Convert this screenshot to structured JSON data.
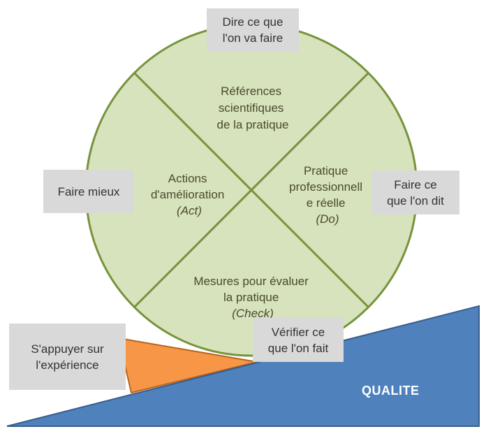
{
  "colors": {
    "circle_fill": "#d6e3bc",
    "circle_stroke": "#77933c",
    "wedge_fill": "#f79646",
    "wedge_stroke": "#b7651f",
    "ramp_fill": "#4f81bd",
    "ramp_stroke": "#385d8a",
    "box_fill": "#d9d9d9"
  },
  "quadrants": {
    "top": {
      "lines": [
        "Références",
        "scientifiques",
        "de la pratique"
      ]
    },
    "right": {
      "lines": [
        "Pratique",
        "professionnell",
        "e réelle"
      ],
      "italic": "(Do)"
    },
    "bottom": {
      "lines": [
        "Mesures pour évaluer",
        "la pratique"
      ],
      "italic": "(Check)"
    },
    "left": {
      "lines": [
        "Actions",
        "d'amélioration"
      ],
      "italic": "(Act)"
    }
  },
  "boxes": {
    "dire": "Dire ce que\nl'on va faire",
    "faire_mieux": "Faire mieux",
    "faire_ce": "Faire ce\nque l'on dit",
    "verifier": "Vérifier ce\nque l'on fait",
    "appuyer": "S'appuyer sur\nl'expérience"
  },
  "ramp_label": "QUALITE"
}
